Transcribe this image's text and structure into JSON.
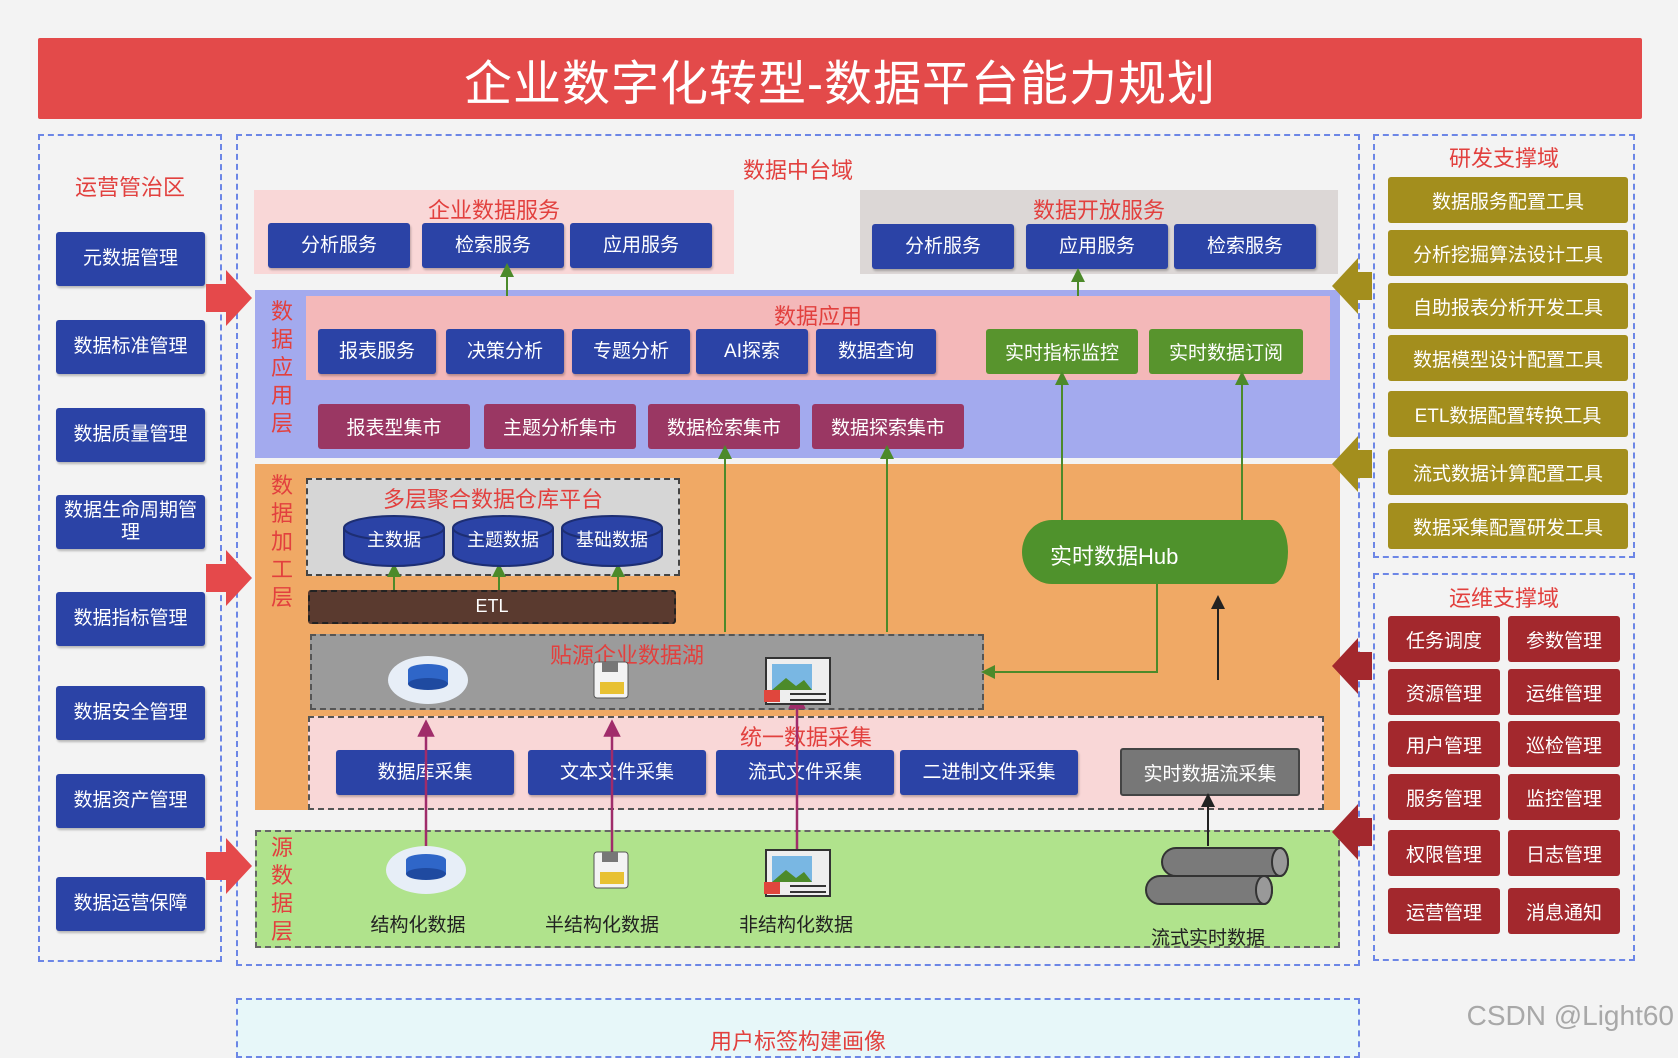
{
  "title": "企业数字化转型-数据平台能力规划",
  "left_panel": {
    "title": "运营管治区",
    "items": [
      "元数据管理",
      "数据标准管理",
      "数据质量管理",
      "数据生命周期管理",
      "数据指标管理",
      "数据安全管理",
      "数据资产管理",
      "数据运营保障"
    ]
  },
  "center": {
    "title": "数据中台域",
    "enterprise_service": {
      "title": "企业数据服务",
      "items": [
        "分析服务",
        "检索服务",
        "应用服务"
      ]
    },
    "open_service": {
      "title": "数据开放服务",
      "items": [
        "分析服务",
        "应用服务",
        "检索服务"
      ]
    },
    "app_layer": {
      "side_label": "数据应用层",
      "title": "数据应用",
      "items": [
        "报表服务",
        "决策分析",
        "专题分析",
        "AI探索",
        "数据查询"
      ],
      "realtime_items": [
        "实时指标监控",
        "实时数据订阅"
      ],
      "marts": [
        "报表型集市",
        "主题分析集市",
        "数据检索集市",
        "数据探索集市"
      ]
    },
    "process_layer": {
      "side_label": "数据加工层",
      "warehouse_title": "多层聚合数据仓库平台",
      "warehouse_items": [
        "主数据",
        "主题数据",
        "基础数据"
      ],
      "etl": "ETL",
      "hub": "实时数据Hub",
      "lake_title": "贴源企业数据湖",
      "collect_title": "统一数据采集",
      "collect_items": [
        "数据库采集",
        "文本文件采集",
        "流式文件采集",
        "二进制文件采集"
      ],
      "stream_collect": "实时数据流采集"
    },
    "source_layer": {
      "side_label": "源数据层",
      "items": [
        "结构化数据",
        "半结构化数据",
        "非结构化数据",
        "流式实时数据"
      ]
    }
  },
  "rd_panel": {
    "title": "研发支撑域",
    "items": [
      "数据服务配置工具",
      "分析挖掘算法设计工具",
      "自助报表分析开发工具",
      "数据模型设计配置工具",
      "ETL数据配置转换工具",
      "流式数据计算配置工具",
      "数据采集配置研发工具"
    ]
  },
  "ops_panel": {
    "title": "运维支撑域",
    "items": [
      "任务调度",
      "参数管理",
      "资源管理",
      "运维管理",
      "用户管理",
      "巡检管理",
      "服务管理",
      "监控管理",
      "权限管理",
      "日志管理",
      "运营管理",
      "消息通知"
    ]
  },
  "bottom": {
    "title": "用户标签构建画像"
  },
  "watermark": "CSDN @Light60",
  "colors": {
    "title_bg": "#e34a4a",
    "blue": "#2b43a6",
    "olive": "#a38e1d",
    "maroon": "#a3282d",
    "green": "#58942d",
    "accent_red": "#e2403e"
  }
}
